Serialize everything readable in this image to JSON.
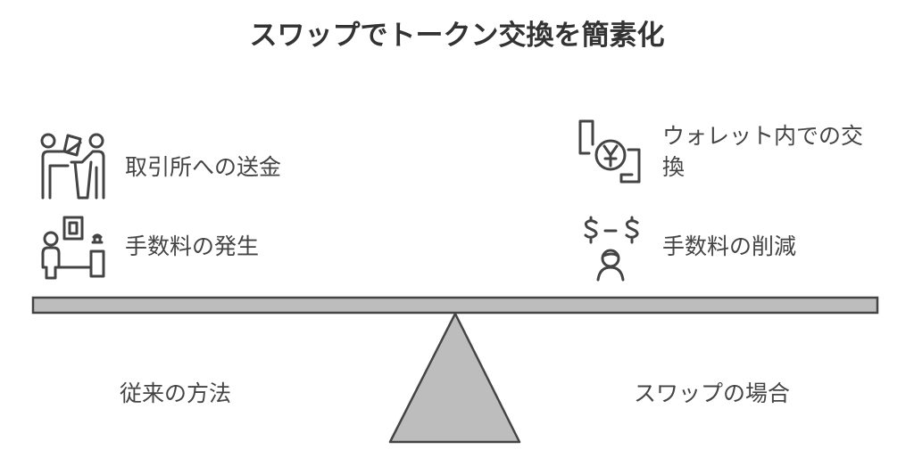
{
  "title": "スワップでトークン交換を簡素化",
  "left": {
    "items": [
      {
        "label": "取引所への送金",
        "icon": "people-exchange-icon"
      },
      {
        "label": "手数料の発生",
        "icon": "person-fee-icon"
      }
    ],
    "caption": "従来の方法"
  },
  "right": {
    "items": [
      {
        "label": "ウォレット内での交換",
        "icon": "wallet-yen-exchange-icon"
      },
      {
        "label": "手数料の削減",
        "icon": "fee-reduction-icon"
      }
    ],
    "caption": "スワップの場合"
  },
  "colors": {
    "beam": "#bdbdbd",
    "stroke": "#444444"
  }
}
